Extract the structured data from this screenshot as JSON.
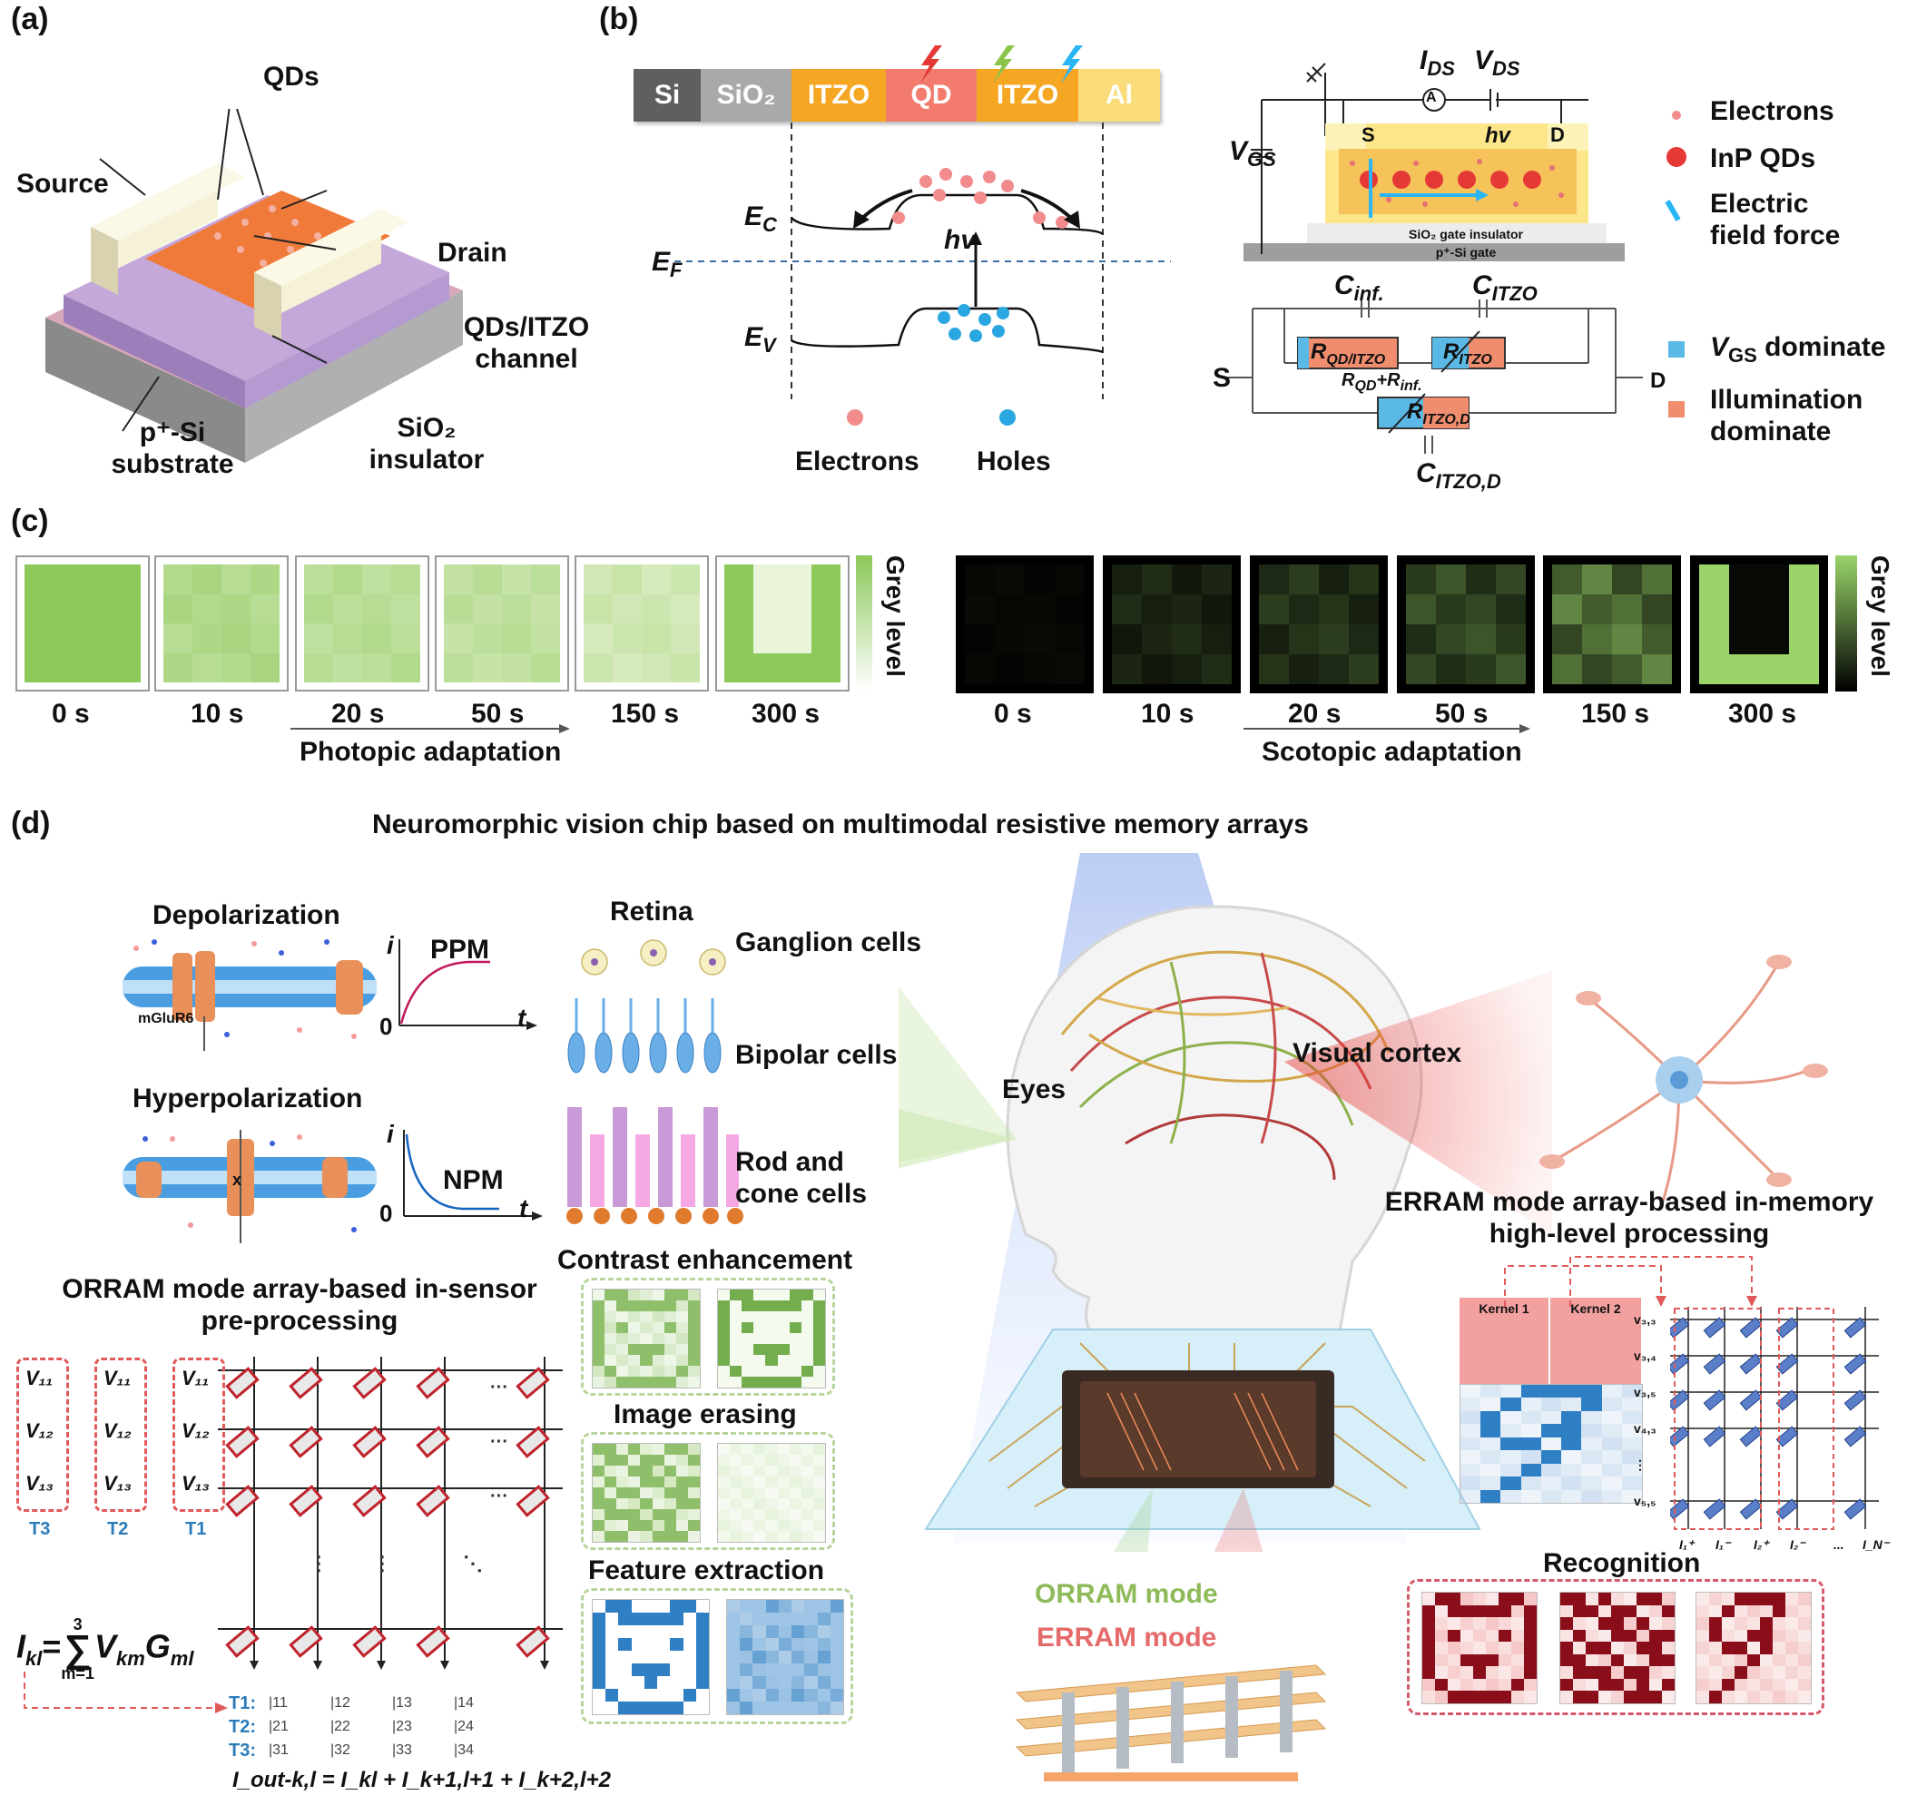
{
  "panels": {
    "a": "(a)",
    "b": "(b)",
    "c": "(c)",
    "d": "(d)"
  },
  "panel_a": {
    "qds": "QDs",
    "source": "Source",
    "drain": "Drain",
    "channel_1": "QDs/ITZO",
    "channel_2": "channel",
    "substrate_1": "p⁺-Si",
    "substrate_2": "substrate",
    "insulator_1": "SiO₂",
    "insulator_2": "insulator"
  },
  "panel_b": {
    "layers": [
      "Si",
      "SiO₂",
      "ITZO",
      "QD",
      "ITZO",
      "Al"
    ],
    "ec": "E",
    "ec_sub": "C",
    "ef": "E",
    "ef_sub": "F",
    "ev": "E",
    "ev_sub": "V",
    "hv": "hv",
    "legend_electrons": "Electrons",
    "legend_holes": "Holes",
    "ids": "I",
    "ids_sub": "DS",
    "vds": "V",
    "vds_sub": "DS",
    "vgs": "V",
    "vgs_sub": "GS",
    "ammeter": "A",
    "s": "S",
    "d": "D",
    "hv2": "hv",
    "gate_insulator": "SiO₂ gate insulator",
    "gate": "p⁺-Si gate",
    "key_electrons": "Electrons",
    "key_qds": "InP QDs",
    "key_field_1": "Electric",
    "key_field_2": "field force",
    "c_inf": "C",
    "c_inf_sub": "inf.",
    "c_itzo": "C",
    "c_itzo_sub": "ITZO",
    "r_qd": "R",
    "r_qd_sub": "QD/ITZO",
    "r_itzo": "R",
    "r_itzo_sub": "ITZO",
    "r_sum_1": "R",
    "r_sum_1_sub": "QD",
    "r_sum_2": "+R",
    "r_sum_2_sub": "inf.",
    "r_itzod": "R",
    "r_itzod_sub": "ITZO,D",
    "c_itzod": "C",
    "c_itzod_sub": "ITZO,D",
    "circ_s": "S",
    "circ_d": "D",
    "key_vgs": "V",
    "key_vgs_sub": "GS",
    "key_vgs_rest": " dominate",
    "key_illum_1": "Illumination",
    "key_illum_2": "dominate"
  },
  "panel_c": {
    "photopic_times": [
      "0 s",
      "10 s",
      "20 s",
      "50 s",
      "150 s",
      "300 s"
    ],
    "scotopic_times": [
      "0 s",
      "10 s",
      "20 s",
      "50 s",
      "150 s",
      "300 s"
    ],
    "photopic_label": "Photopic adaptation",
    "scotopic_label": "Scotopic adaptation",
    "grey_level": "Grey level",
    "photopic_levels": [
      1.0,
      0.55,
      0.45,
      0.38,
      0.22,
      1.0
    ],
    "scotopic_levels": [
      0.04,
      0.18,
      0.25,
      0.35,
      0.55,
      1.0
    ],
    "colors": {
      "green": "#8dc85a",
      "green_light": "#eaf4d8",
      "dark": "#000000"
    }
  },
  "panel_d": {
    "title": "Neuromorphic vision chip based on multimodal resistive memory arrays",
    "depolarization": "Depolarization",
    "hyperpolarization": "Hyperpolarization",
    "mglur6": "mGluR6",
    "ppm": "PPM",
    "npm": "NPM",
    "i": "i",
    "t": "t",
    "zero": "0",
    "x": "x",
    "retina": "Retina",
    "ganglion": "Ganglion cells",
    "bipolar": "Bipolar cells",
    "rod_1": "Rod and",
    "rod_2": "cone cells",
    "eyes": "Eyes",
    "visual_cortex": "Visual cortex",
    "erram_title_1": "ERRAM mode array-based in-memory",
    "erram_title_2": "high-level processing",
    "orram_title_1": "ORRAM mode array-based in-sensor",
    "orram_title_2": "pre-processing",
    "contrast": "Contrast enhancement",
    "erasing": "Image erasing",
    "feature": "Feature extraction",
    "orram_mode": "ORRAM mode",
    "erram_mode": "ERRAM mode",
    "recognition": "Recognition",
    "kernel1": "Kernel 1",
    "kernel2": "Kernel 2",
    "volt_cols": [
      {
        "tag": "T3",
        "v": [
          "V₁₁",
          "V₁₂",
          "V₁₃"
        ]
      },
      {
        "tag": "T2",
        "v": [
          "V₁₁",
          "V₁₂",
          "V₁₃"
        ]
      },
      {
        "tag": "T1",
        "v": [
          "V₁₁",
          "V₁₂",
          "V₁₃"
        ]
      }
    ],
    "formula": "I_kl = Σ(m=1..3) V_km G_ml",
    "formula_lhs": "I",
    "formula_lhs_sub": "kl",
    "formula_eq": "=",
    "formula_top": "3",
    "formula_bot": "m=1",
    "formula_rhs": "V",
    "formula_rhs_sub": "km",
    "formula_g": "G",
    "formula_g_sub": "ml",
    "out_formula": "I_out-k,l = I_kl + I_k+1,l+1 + I_k+2,l+2",
    "t_labels": [
      "T1:",
      "T2:",
      "T3:"
    ],
    "out_rows": [
      [
        "11",
        "12",
        "13",
        "14"
      ],
      [
        "21",
        "22",
        "23",
        "24"
      ],
      [
        "31",
        "32",
        "33",
        "34"
      ]
    ],
    "erram_rows": [
      "v₃,₃",
      "v₃,₄",
      "v₃,₅",
      "v₄,₃",
      "⋮",
      "v₅,₅"
    ],
    "erram_cols": [
      "I₁⁺",
      "I₁⁻",
      "I₂⁺",
      "I₂⁻",
      "...",
      "I_N⁻"
    ],
    "colors": {
      "red": "#e05a5a",
      "blue": "#2f7fc4",
      "green_text": "#8fba5a",
      "pink_text": "#e56b6b",
      "teal": "#2b7bb9"
    }
  }
}
